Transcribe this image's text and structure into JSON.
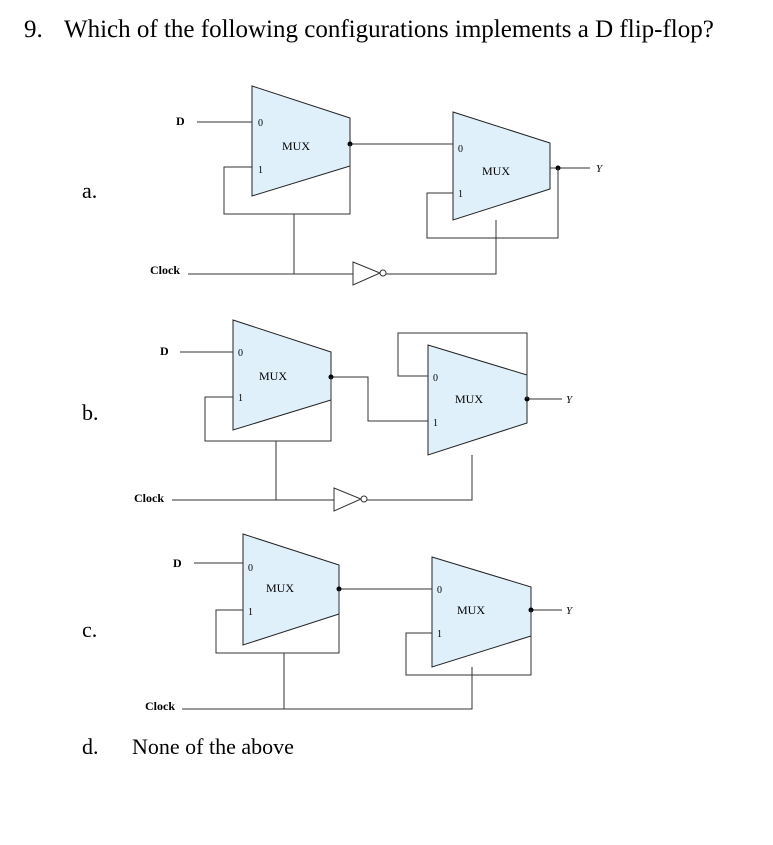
{
  "question": {
    "number": "9.",
    "text": "Which of the following configurations implements a D flip-flop?"
  },
  "options": [
    {
      "letter": "a."
    },
    {
      "letter": "b."
    },
    {
      "letter": "c."
    },
    {
      "letter": "d.",
      "text": "None of the above"
    }
  ],
  "circuit_labels": {
    "d_input": "D",
    "clock": "Clock",
    "mux": "MUX",
    "pin0": "0",
    "pin1": "1",
    "output": "Y"
  }
}
